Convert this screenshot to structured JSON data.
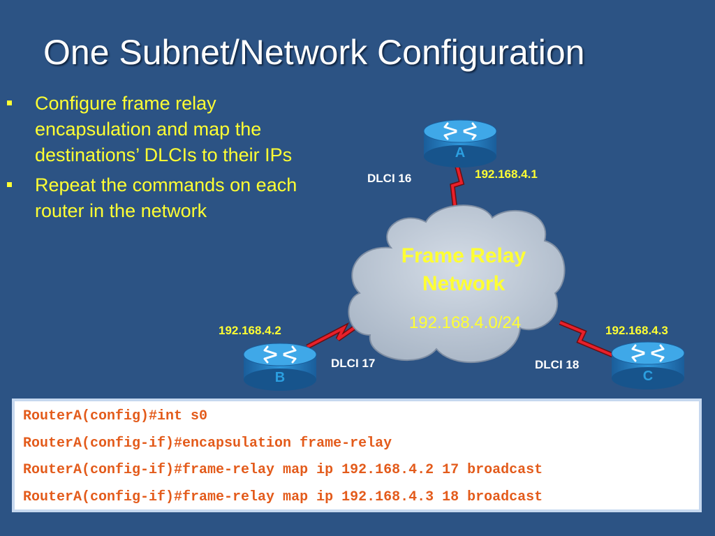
{
  "slide": {
    "title": "One Subnet/Network Configuration",
    "bullets": [
      "Configure frame relay encapsulation and map the destinations’ DLCIs to their IPs",
      "Repeat the commands on each router in the network"
    ]
  },
  "diagram": {
    "cloud": {
      "label_line1": "Frame Relay",
      "label_line2": "Network",
      "subnet": "192.168.4.0/24"
    },
    "routers": [
      {
        "id": "A",
        "ip": "192.168.4.1",
        "dlci": "DLCI 16"
      },
      {
        "id": "B",
        "ip": "192.168.4.2",
        "dlci": "DLCI 17"
      },
      {
        "id": "C",
        "ip": "192.168.4.3",
        "dlci": "DLCI 18"
      }
    ],
    "colors": {
      "link": "#e8202a",
      "cloud": "#b8c4d4",
      "router": "#1f8ad1",
      "label_yellow": "#ffff33",
      "router_letter": "#2b9fe0"
    }
  },
  "code": {
    "lines": [
      "RouterA(config)#int s0",
      "RouterA(config-if)#encapsulation frame-relay",
      "RouterA(config-if)#frame-relay map ip 192.168.4.2 17 broadcast",
      "RouterA(config-if)#frame-relay map ip 192.168.4.3 18 broadcast"
    ],
    "color": "#e35b1b"
  }
}
